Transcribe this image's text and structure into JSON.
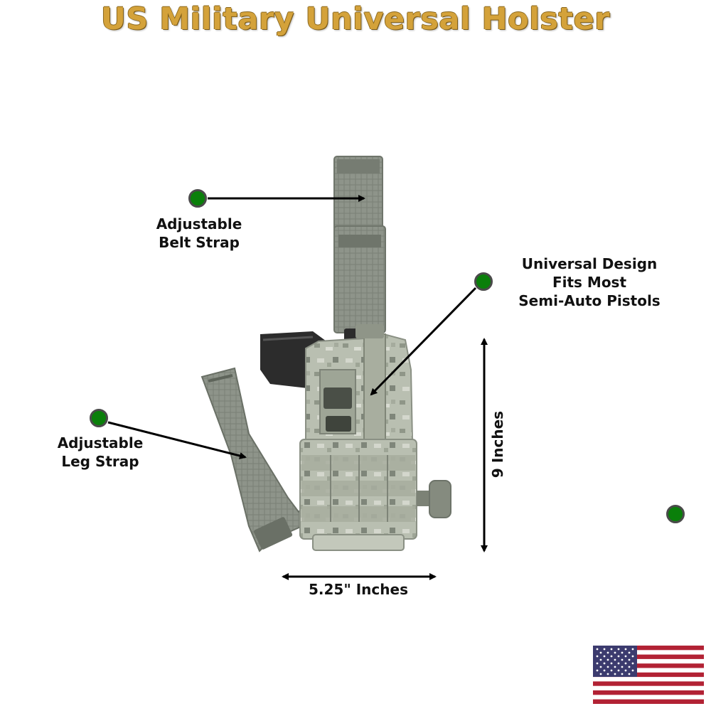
{
  "title": "US Military Universal Holster",
  "callouts": {
    "belt_strap": [
      "Adjustable",
      "Belt Strap"
    ],
    "leg_strap": [
      "Adjustable",
      "Leg Strap"
    ],
    "design": [
      "Universal Design",
      "Fits Most",
      "Semi-Auto Pistols"
    ]
  },
  "dimensions": {
    "width": "5.25\" Inches",
    "height": "9 Inches"
  },
  "colors": {
    "title": "#d4a23a",
    "marker": "#0a7f0a",
    "camo_base": "#b7bcae",
    "strap": "#8e948a"
  },
  "icons": [
    "us-flag-icon",
    "holster-image"
  ]
}
